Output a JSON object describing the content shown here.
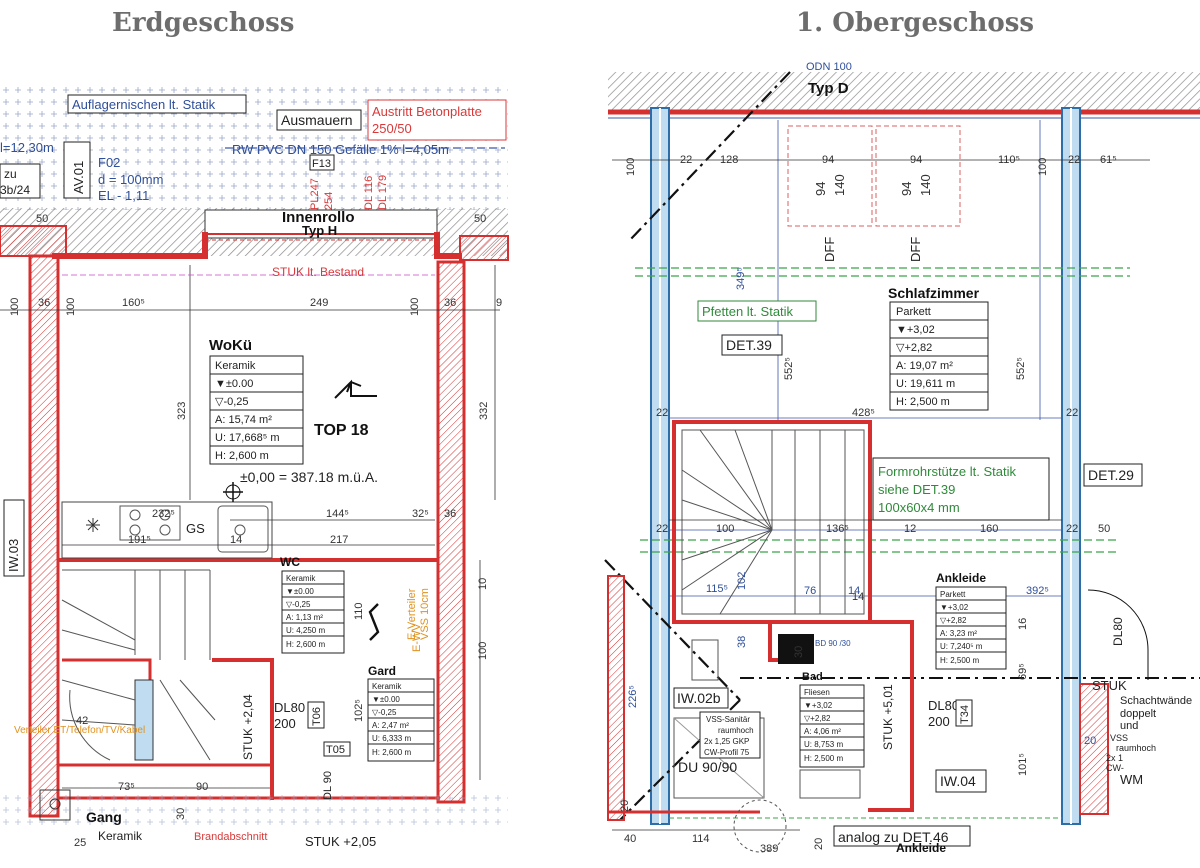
{
  "titles": {
    "left": "Erdgeschoss",
    "right": "1. Obergeschoss"
  },
  "colors": {
    "wall": "#d62f2f",
    "hatch": "#888888",
    "blue_column": "#7fb7e0",
    "green_text": "#2f8a3a",
    "red_text": "#d83a3a",
    "dim_blue": "#2f4f9a",
    "orange": "#e0921f"
  },
  "left": {
    "callouts": {
      "auflager": "Auflagernischen lt. Statik",
      "ausmauern": "Ausmauern",
      "austritt_1": "Austritt Betonplatte",
      "austritt_2": "250/50",
      "rw_pvc": "RW PVC DN 150 Gefälle 1% l=4,05m",
      "f13": "F13",
      "f02": "F02",
      "d100": "d = 100mm",
      "el": "EL - 1,11",
      "innenrollo": "Innenrollo",
      "typ_h": "Typ H",
      "stuk_bestand": "STUK lt. Bestand",
      "l_1230": "l=12,30m",
      "zu": "zu",
      "b24": "3b/24",
      "av01": "AV.01",
      "iw03": "IW.03",
      "pl247": "PL247",
      "n254": "254",
      "dl116": "DL 116",
      "dl179": "DL 179"
    },
    "woku": {
      "name": "WoKü",
      "rows": [
        "Keramik",
        "▼±0.00",
        "▽-0,25",
        "A: 15,74 m²",
        "U: 17,668⁵ m",
        "H: 2,600 m"
      ]
    },
    "top18": "TOP 18",
    "level": "±0,00 = 387.18 m.ü.A.",
    "wc": {
      "name": "WC",
      "rows": [
        "Keramik",
        "▼±0.00",
        "▽-0,25",
        "A: 1,13 m²",
        "U: 4,250 m",
        "H: 2,600 m"
      ]
    },
    "gard": {
      "name": "Gard",
      "rows": [
        "Keramik",
        "▼±0.00",
        "▽-0,25",
        "A: 2,47 m²",
        "U: 6,333 m",
        "H: 2,600 m"
      ]
    },
    "gang": "Gang",
    "gang_floor": "Keramik",
    "brandabschnitt": "Brandabschnitt",
    "stuk_205": "STUK +2,05",
    "stuk_204": "STUK +2,04",
    "dl80": "DL80",
    "dl_200": "200",
    "t06": "T06",
    "t05": "T05",
    "dl90": "DL 90",
    "gs": "GS",
    "e_verteiler_1": "E-Verteiler",
    "e_verteiler_2": "VSS 10cm",
    "e_wv": "E-WV",
    "verteiler": "Verteiler ET/Telefon/TV/Kabel",
    "dims": {
      "d100a": "100",
      "d36a": "36",
      "d1605": "160⁵",
      "d249": "249",
      "d100b": "100",
      "d36b": "36",
      "d9": "9",
      "d323": "323",
      "d332": "332",
      "d2325": "232⁵",
      "d1915": "191⁵",
      "d14": "14",
      "d1445": "144⁵",
      "d325": "32⁵",
      "d36c": "36",
      "d217": "217",
      "d110": "110",
      "d1025": "102⁵",
      "d735": "73⁵",
      "d90": "90",
      "d50a": "50",
      "d50b": "50",
      "d42": "42",
      "d25": "25",
      "d100c": "100",
      "d100d": "100",
      "d10": "10",
      "d30": "30"
    }
  },
  "right": {
    "callouts": {
      "odn": "ODN 100",
      "typ_d": "Typ D",
      "pfetten": "Pfetten lt. Statik",
      "det39": "DET.39",
      "formrohr_1": "Formrohrstütze lt. Statik",
      "formrohr_2": "siehe DET.39",
      "formrohr_3": "100x60x4 mm",
      "det29": "DET.29",
      "iw02b": "IW.02b",
      "iw04": "IW.04",
      "stuk": "STUK",
      "stuk_501": "STUK +5,01",
      "schacht_1": "Schachtwände",
      "schacht_2": "doppelt",
      "schacht_3": "und",
      "vss_1": "VSS-Sanitär",
      "vss_2": "raumhoch",
      "vss_3": "2x 1,25 GKP",
      "vss_4": "CW-Profil 75",
      "du": "DU 90/90",
      "bd": "BD 90 /30",
      "dl80a": "DL80",
      "dl80b": "DL80",
      "dl_200": "200",
      "t34": "T34",
      "analog": "analog zu DET.46",
      "wm": "WM",
      "vss_r1": "VSS",
      "vss_r2": "raumhoch",
      "vss_r3": "2x 1",
      "vss_r4": "CW-",
      "dff_1": "DFF",
      "dff_2": "DFF",
      "s94a": "94",
      "s140a": "140",
      "s94b": "94",
      "s140b": "140"
    },
    "schlafzimmer": {
      "name": "Schlafzimmer",
      "rows": [
        "Parkett",
        "▼+3,02",
        "▽+2,82",
        "A: 19,07 m²",
        "U: 19,611 m",
        "H: 2,500 m"
      ]
    },
    "ankleide": {
      "name": "Ankleide",
      "rows": [
        "Parkett",
        "▼+3,02",
        "▽+2,82",
        "A: 3,23 m²",
        "U: 7,240⁵ m",
        "H: 2,500 m"
      ]
    },
    "bad": {
      "name": "Bad",
      "rows": [
        "Fliesen",
        "▼+3,02",
        "▽+2,82",
        "A: 4,06 m²",
        "U: 8,753 m",
        "H: 2,500 m"
      ]
    },
    "ankleide_bottom": "Ankleide",
    "dims": {
      "d100a": "100",
      "d22a": "22",
      "d128": "128",
      "d94a": "94",
      "d94b": "94",
      "d1105": "110⁵",
      "d100b": "100",
      "d22b": "22",
      "d615": "61⁵",
      "d3495": "349⁵",
      "d5525a": "552⁵",
      "d5525b": "552⁵",
      "d4285": "428⁵",
      "d22c": "22",
      "d22d": "22",
      "d100c": "100",
      "d1365": "136⁵",
      "d12": "12",
      "d160": "160",
      "d50": "50",
      "d1155": "115⁵",
      "d102": "102",
      "d76": "76",
      "d14": "14",
      "d3925": "392⁵",
      "d38": "38",
      "d30": "30",
      "d2265": "226⁵",
      "d695": "69⁵",
      "d1015": "101⁵",
      "d40": "40",
      "d114": "114",
      "d20a": "20",
      "d20b": "20",
      "d22e": "22",
      "d22f": "22",
      "d14b": "14",
      "d389": "389",
      "d20c": "20",
      "d16": "16"
    }
  }
}
